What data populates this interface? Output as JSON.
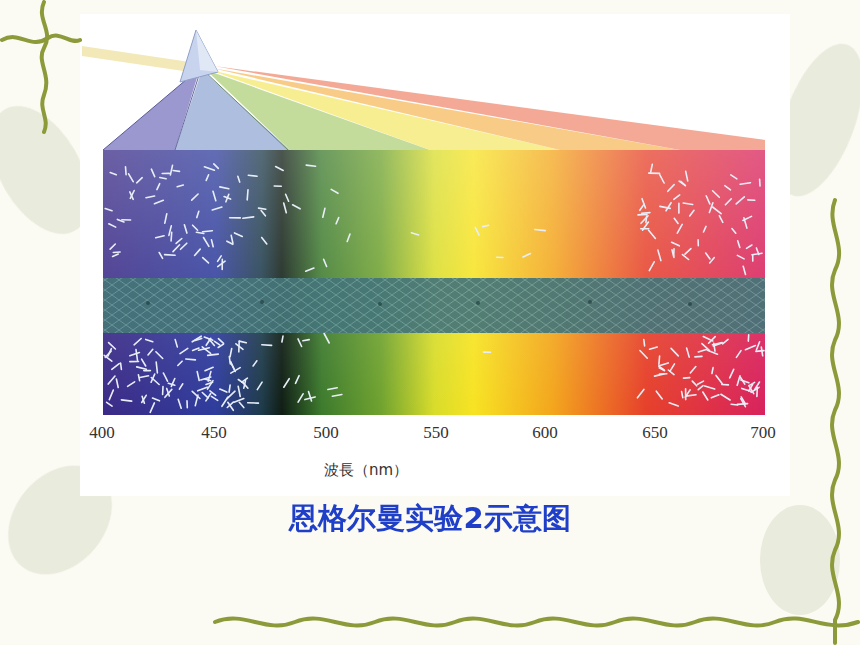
{
  "diagram": {
    "caption": "恩格尔曼实验2示意图",
    "labels": [
      "400",
      "450",
      "500",
      "550",
      "600",
      "650",
      "700",
      "波長（nm）"
    ]
  }
}
